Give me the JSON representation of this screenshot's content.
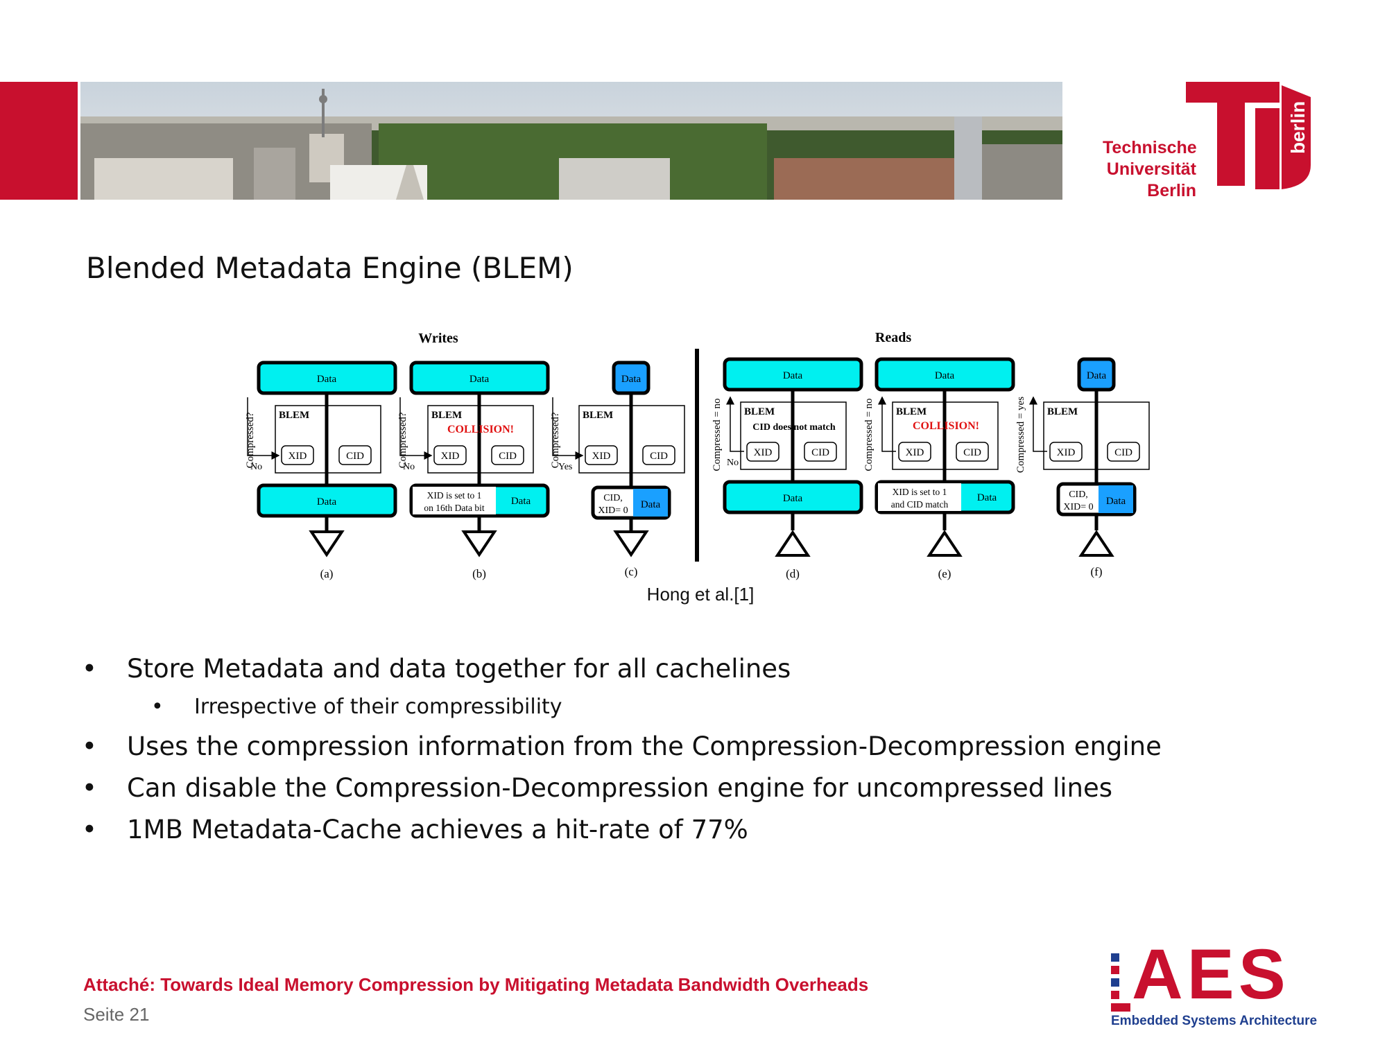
{
  "header": {
    "university_name_lines": [
      "Technische",
      "Universität",
      "Berlin"
    ],
    "university_city_tab": "berlin"
  },
  "slide": {
    "title": "Blended Metadata Engine (BLEM)"
  },
  "figure": {
    "writes_heading": "Writes",
    "reads_heading": "Reads",
    "labels": {
      "data": "Data",
      "blem": "BLEM",
      "xid": "XID",
      "cid": "CID",
      "collision": "COLLISION!",
      "cid_no_match": "CID does not match",
      "compressed_q": "Compressed?",
      "compressed_no": "Compressed = no",
      "compressed_yes": "Compressed = yes",
      "no": "No",
      "yes": "Yes",
      "xid_set_16th_line1": "XID is set to 1",
      "xid_set_16th_line2": "on 16th Data bit",
      "xid_set_cid_line1": "XID is set to 1",
      "xid_set_cid_line2": "and CID match",
      "cid_xid_line1": "CID,",
      "cid_xid_line2": "XID= 0"
    },
    "panels": [
      "(a)",
      "(b)",
      "(c)",
      "(d)",
      "(e)",
      "(f)"
    ],
    "source": "Hong et al.[1]"
  },
  "bullets": [
    {
      "text": "Store Metadata and data together for all cachelines",
      "sub": [
        "Irrespective of their compressibility"
      ]
    },
    {
      "text": "Uses the compression information from the Compression-Decompression engine",
      "sub": []
    },
    {
      "text": "Can disable the Compression-Decompression engine for uncompressed lines",
      "sub": []
    },
    {
      "text": "1MB Metadata-Cache achieves a hit-rate of 77%",
      "sub": []
    }
  ],
  "footer": {
    "title": "Attaché: Towards Ideal Memory Compression by Mitigating Metadata Bandwidth Overheads",
    "page": "Seite 21",
    "logo_letters": "AES",
    "logo_subtitle": "Embedded Systems Architecture"
  },
  "colors": {
    "brand_red": "#c8102e",
    "cyan": "#00f0f0",
    "blue_data": "#1aa0ff",
    "aes_blue": "#1f3f8f"
  }
}
